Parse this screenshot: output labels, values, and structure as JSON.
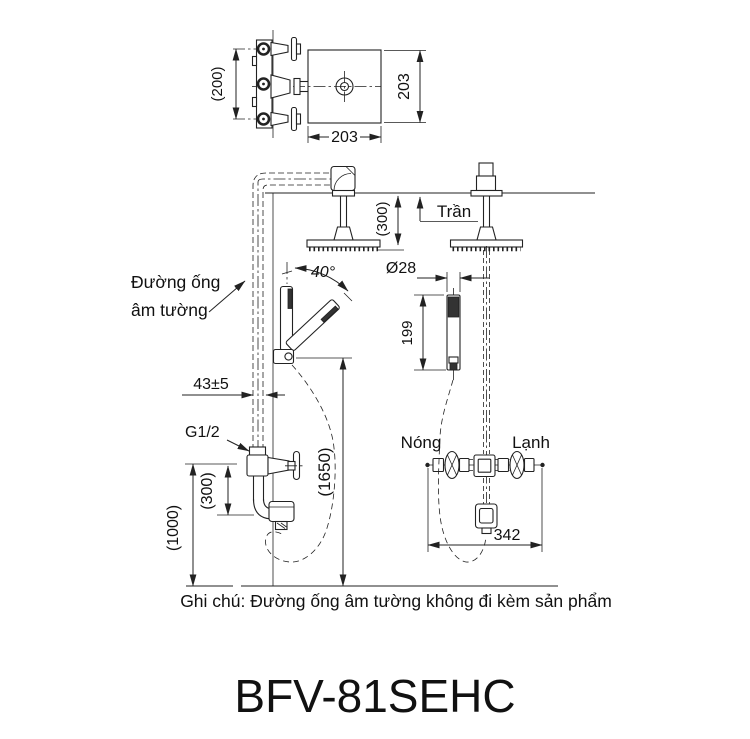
{
  "title": "BFV-81SEHC",
  "note": "Ghi chú: Đường ống âm tường không đi kèm sản phẩm",
  "labels": {
    "ceiling": "Trần",
    "concealed_pipe_line1": "Đường ống",
    "concealed_pipe_line2": "âm tường",
    "hot": "Nóng",
    "cold": "Lạnh",
    "thread_size": "G1/2"
  },
  "dimensions": {
    "plan_width": "203",
    "plan_depth": "203",
    "plan_valve_span": "(200)",
    "ceiling_drop": "(300)",
    "swivel_angle": "40°",
    "hand_shower_diameter": "Ø28",
    "hand_shower_length": "199",
    "pipe_wall_offset": "43±5",
    "column_height": "(1650)",
    "valve_height": "(1000)",
    "valve_spout_gap": "(300)",
    "supply_center_span": "342"
  },
  "colors": {
    "line": "#222222",
    "text": "#111111",
    "background": "#ffffff"
  }
}
